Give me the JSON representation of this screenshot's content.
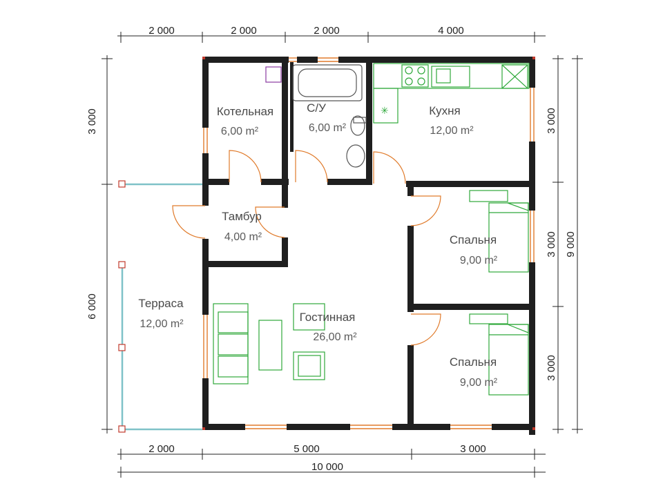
{
  "rooms": [
    {
      "id": "boiler",
      "name": "Котельная",
      "area": "6,00 m²"
    },
    {
      "id": "wc",
      "name": "С/У",
      "area": "6,00 m²"
    },
    {
      "id": "kitchen",
      "name": "Кухня",
      "area": "12,00 m²"
    },
    {
      "id": "vestibule",
      "name": "Тамбур",
      "area": "4,00 m²"
    },
    {
      "id": "bedroom1",
      "name": "Спальня",
      "area": "9,00 m²"
    },
    {
      "id": "terrace",
      "name": "Терраса",
      "area": "12,00 m²"
    },
    {
      "id": "living",
      "name": "Гостинная",
      "area": "26,00 m²"
    },
    {
      "id": "bedroom2",
      "name": "Спальня",
      "area": "9,00 m²"
    }
  ],
  "dimensions": {
    "top": [
      "2 000",
      "2 000",
      "2 000",
      "4 000"
    ],
    "bottom": [
      "2 000",
      "5 000",
      "3 000"
    ],
    "bottom_total": "10 000",
    "left": [
      "3 000",
      "6 000"
    ],
    "right": [
      "3 000",
      "3 000",
      "3 000"
    ],
    "right_total": "9 000"
  },
  "colors": {
    "wall": "#1f1f1f",
    "door": "#e07a2a",
    "furniture": "#2ea83a",
    "railing": "#7fc2c8"
  }
}
